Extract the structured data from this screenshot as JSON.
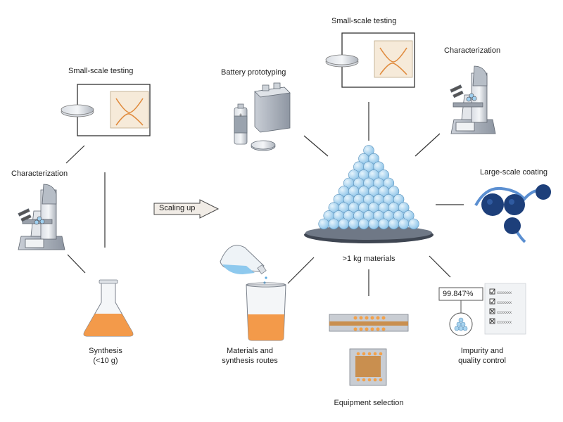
{
  "left_cycle": {
    "small_scale_testing": "Small-scale testing",
    "characterization": "Characterization",
    "synthesis_line1": "Synthesis",
    "synthesis_line2": "(<10 g)"
  },
  "scaling_up": "Scaling up",
  "right_hub": {
    "center_label": ">1 kg materials",
    "battery_prototyping": "Battery prototyping",
    "small_scale_testing": "Small-scale testing",
    "characterization": "Characterization",
    "large_scale_coating": "Large-scale coating",
    "materials_line1": "Materials and",
    "materials_line2": "synthesis routes",
    "equipment_selection": "Equipment selection",
    "impurity_line1": "Impurity and",
    "impurity_line2": "quality control",
    "purity_value": "99.847%",
    "checklist_text": "xxxxxxx"
  },
  "colors": {
    "sphere": "#a9d4ef",
    "sphere_outline": "#5a93bd",
    "liquid": "#f39a4a",
    "roller": "#1d3f7a",
    "film": "#5b8fd1",
    "line": "#333333"
  }
}
